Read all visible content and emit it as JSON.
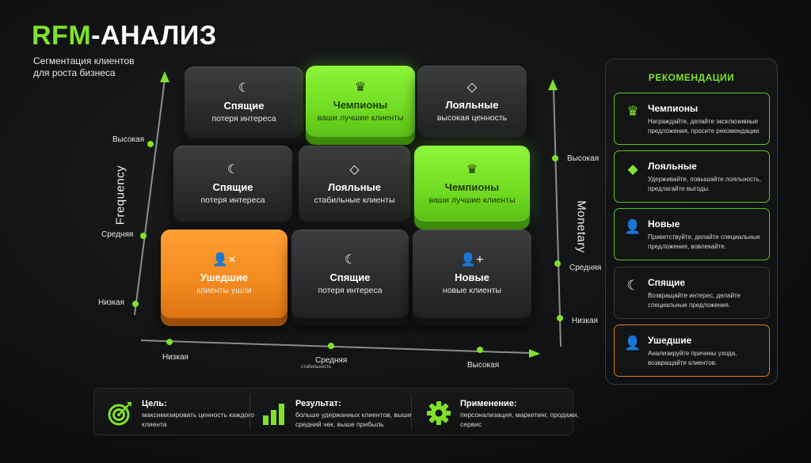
{
  "header": {
    "title_accent": "RFM",
    "title_rest": "-АНАЛИЗ",
    "subtitle": "Сегментация клиентов для роста бизнеса"
  },
  "axes": {
    "frequency": {
      "title": "Frequency",
      "high": "Высокая",
      "mid": "Средняя",
      "low": "Низкая"
    },
    "recency": {
      "low": "Низкая",
      "mid": "Средняя",
      "mid_sub": "стабильность",
      "high": "Высокая"
    },
    "monetary": {
      "title": "Monetary",
      "high": "Высокая",
      "mid": "Средняя",
      "low": "Низкая"
    }
  },
  "colors": {
    "green": "#7ee22a",
    "orange": "#f38a1e",
    "dark": "#2e2f31"
  },
  "grid": {
    "tiles": [
      {
        "name": "Спящие",
        "sub": "потеря интереса",
        "icon": "moon-icon",
        "color": "dark"
      },
      {
        "name": "Чемпионы",
        "sub": "ваши лучшие клиенты",
        "icon": "crown-icon",
        "color": "green"
      },
      {
        "name": "Лояльные",
        "sub": "высокая ценность",
        "icon": "diamond-icon",
        "color": "dark"
      },
      {
        "name": "Спящие",
        "sub": "потеря интереса",
        "icon": "moon-icon",
        "color": "dark"
      },
      {
        "name": "Лояльные",
        "sub": "стабильные клиенты",
        "icon": "diamond-icon",
        "color": "dark"
      },
      {
        "name": "Чемпионы",
        "sub": "ваши лучшие клиенты",
        "icon": "crown-icon",
        "color": "green"
      },
      {
        "name": "Ушедшие",
        "sub": "клиенты ушли",
        "icon": "user-remove-icon",
        "color": "orange"
      },
      {
        "name": "Спящие",
        "sub": "потеря интереса",
        "icon": "moon-icon",
        "color": "dark"
      },
      {
        "name": "Новые",
        "sub": "новые клиенты",
        "icon": "user-add-icon",
        "color": "dark"
      }
    ]
  },
  "recommendations": {
    "title": "РЕКОМЕНДАЦИИ",
    "items": [
      {
        "name": "Чемпионы",
        "desc": "Награждайте, делайте эксклюзивные предложения, просите рекомендации.",
        "icon": "crown-icon"
      },
      {
        "name": "Лояльные",
        "desc": "Удерживайте, повышайте лояльность, предлагайте выгоды.",
        "icon": "diamond-icon"
      },
      {
        "name": "Новые",
        "desc": "Приветствуйте, делайте специальные предложения, вовлекайте.",
        "icon": "user-add-icon"
      },
      {
        "name": "Спящие",
        "desc": "Возвращайте интерес, делайте специальные предложения.",
        "icon": "moon-icon"
      },
      {
        "name": "Ушедшие",
        "desc": "Анализируйте причины ухода, возвращайте клиентов.",
        "icon": "user-remove-icon"
      }
    ]
  },
  "bottom": {
    "goal": {
      "title": "Цель:",
      "text": "максимизировать ценность каждого клиента",
      "icon": "target-icon"
    },
    "result": {
      "title": "Результат:",
      "text": "больше удержанных клиентов, выше средний чек, выше прибыль",
      "icon": "bar-chart-icon"
    },
    "usage": {
      "title": "Применение:",
      "text": "персонализация, маркетинг, продажи, сервис",
      "icon": "gear-icon"
    }
  }
}
